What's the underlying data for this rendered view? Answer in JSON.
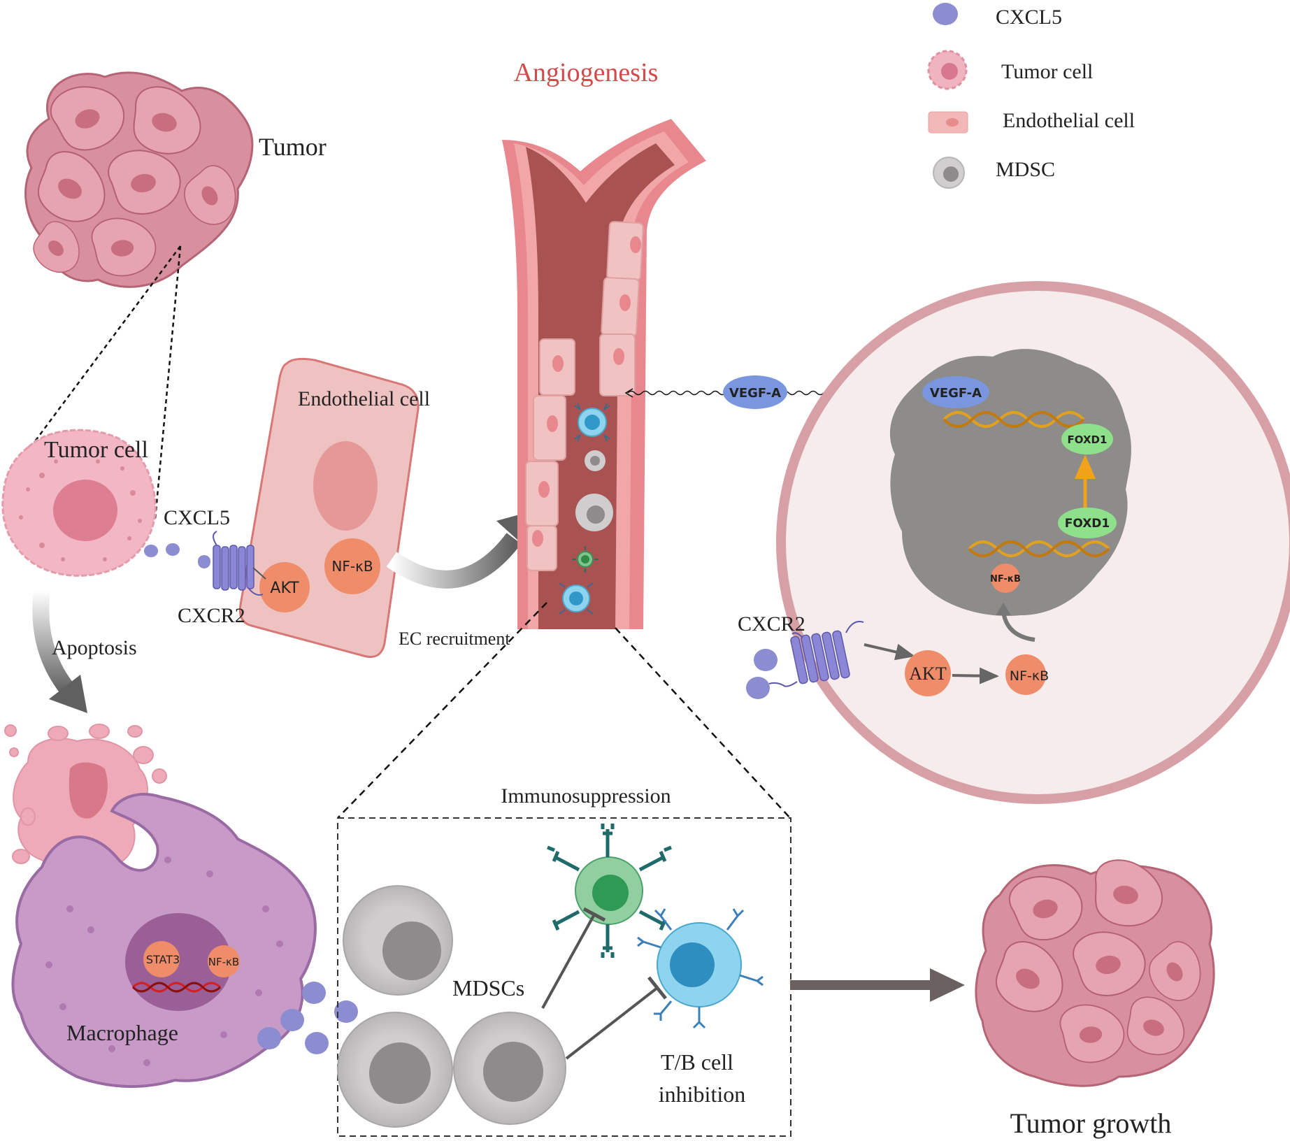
{
  "legend": {
    "items": [
      {
        "label": "CXCL5",
        "icon": "cxcl5-dot-icon",
        "color": "#8c8cd0"
      },
      {
        "label": "Tumor cell",
        "icon": "tumor-cell-icon",
        "color": "#e8a0b0"
      },
      {
        "label": "Endothelial cell",
        "icon": "endothelial-cell-icon",
        "color": "#f2b8b8"
      },
      {
        "label": "MDSC",
        "icon": "mdsc-icon",
        "color": "#c8c6c6"
      }
    ]
  },
  "labels": {
    "angiogenesis": "Angiogenesis",
    "tumor": "Tumor",
    "tumor_cell": "Tumor cell",
    "cxcl5": "CXCL5",
    "cxcr2_left": "CXCR2",
    "endothelial_cell": "Endothelial cell",
    "akt_left": "AKT",
    "nfkb_left": "NF-κB",
    "ec_recruitment": "EC recruitment",
    "apoptosis": "Apoptosis",
    "stat3": "STAT3",
    "nfkb_macrophage": "NF-κB",
    "macrophage": "Macrophage",
    "immunosuppression": "Immunosuppression",
    "mdscs": "MDSCs",
    "tb_inhibition_line1": "T/B cell",
    "tb_inhibition_line2": "inhibition",
    "tumor_growth": "Tumor growth",
    "vegfa_outer": "VEGF-A",
    "vegfa_inner": "VEGF-A",
    "foxd1_top": "FOXD1",
    "foxd1_bottom": "FOXD1",
    "nfkb_nucleus": "NF-κB",
    "cxcr2_right": "CXCR2",
    "akt_right": "AKT",
    "nfkb_right": "NF-κB"
  },
  "colors": {
    "tumor_pink": "#e6a3b0",
    "tumor_dark": "#c9707f",
    "endothelial_fill": "#efc2c2",
    "endothelial_stroke": "#d97777",
    "orange_node": "#ef8c6a",
    "receptor_purple": "#8c86d6",
    "mdsc_grey": "#c8c6c6",
    "macrophage_purple": "#c79ac8",
    "vessel_dark": "#a85252",
    "nucleus_grey": "#8e8b8b",
    "foxd1_green": "#8fe08a",
    "vegf_blue": "#7a96df",
    "t_cell_green": "#7ec48c",
    "b_cell_blue": "#7ecbea",
    "angiogenesis_red": "#d24a4a"
  }
}
